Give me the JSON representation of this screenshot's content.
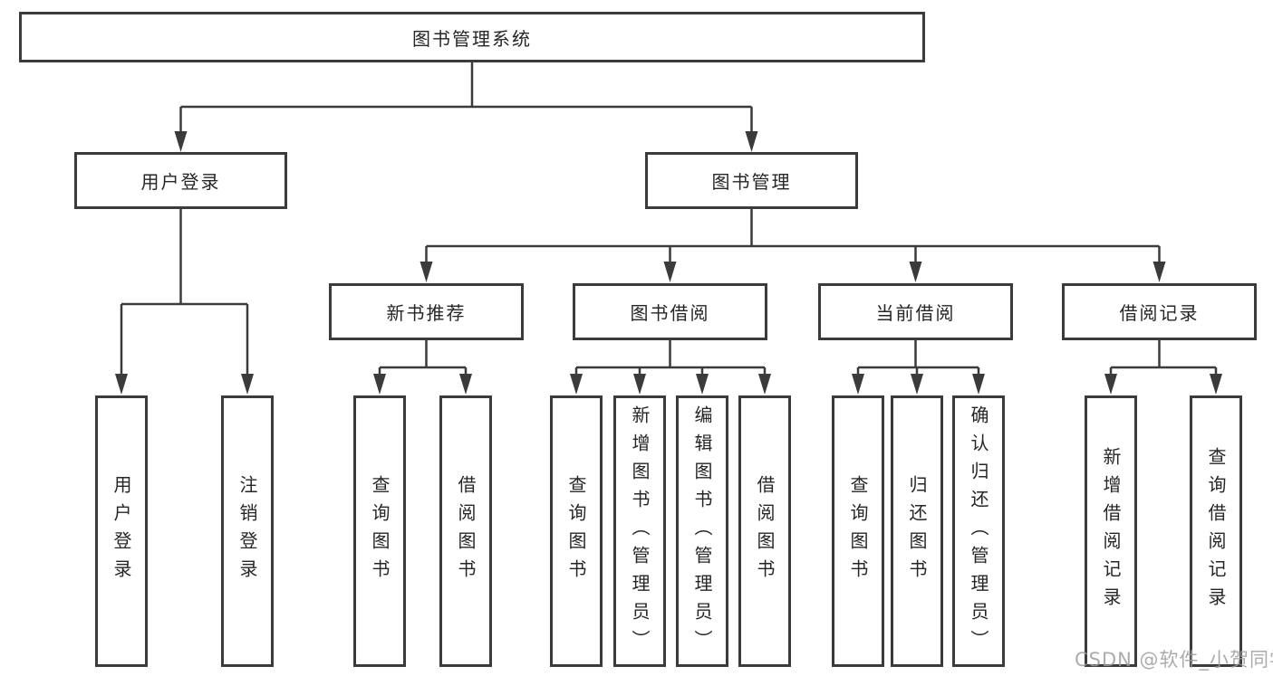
{
  "tree": {
    "root": {
      "label": "图书管理系统"
    },
    "branches": [
      {
        "label": "用户登录",
        "children": [
          {
            "label": "用户登录"
          },
          {
            "label": "注销登录"
          }
        ]
      },
      {
        "label": "图书管理",
        "children": [
          {
            "label": "新书推荐",
            "children": [
              {
                "label": "查询图书"
              },
              {
                "label": "借阅图书"
              }
            ]
          },
          {
            "label": "图书借阅",
            "children": [
              {
                "label": "查询图书"
              },
              {
                "label": "新增图书（管理员）"
              },
              {
                "label": "编辑图书（管理员）"
              },
              {
                "label": "借阅图书"
              }
            ]
          },
          {
            "label": "当前借阅",
            "children": [
              {
                "label": "查询图书"
              },
              {
                "label": "归还图书"
              },
              {
                "label": "确认归还（管理员）"
              }
            ]
          },
          {
            "label": "借阅记录",
            "children": [
              {
                "label": "新增借阅记录"
              },
              {
                "label": "查询借阅记录"
              }
            ]
          }
        ]
      }
    ]
  },
  "watermark": {
    "text": "CSDN @软件_小贺同学"
  },
  "colors": {
    "line": "#3b3b3b",
    "box_border": "#3b3b3b",
    "box_fill": "#ffffff",
    "text": "#262626",
    "watermark": "#9e9e9e",
    "background": "#ffffff"
  }
}
